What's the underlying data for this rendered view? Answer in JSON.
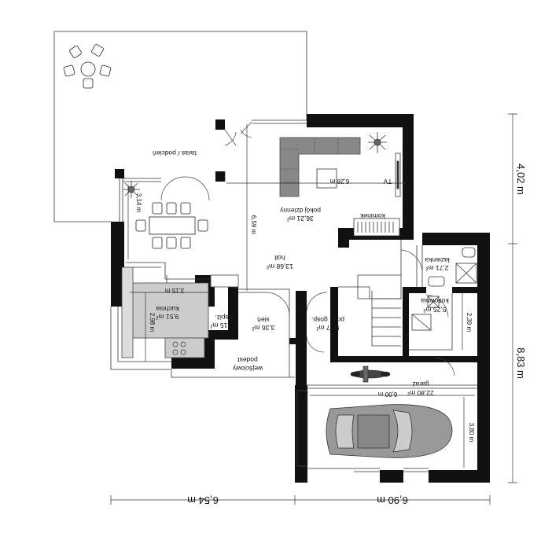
{
  "rooms": {
    "taras": "taras / podcień",
    "pokoj_name": "pokój dzienny",
    "pokoj_area": "36,21 m²",
    "tv": "TV",
    "kominek": "kominek",
    "holl_name": "holl",
    "holl_area": "13,68 m²",
    "lazienka_name": "łazienka",
    "lazienka_area": "2,71 m²",
    "kuchnia_name": "kuchnia",
    "kuchnia_area": "9,51 m²",
    "spiz_name": "spiż.",
    "spiz_area": "1,15 m²",
    "sien_name": "sień",
    "sien_area": "3,36 m²",
    "pom_name": "pom. gosp.",
    "pom_area": "5,07 m²",
    "kotlownia_name": "kotłownia",
    "kotlownia_area": "5,25 m²",
    "garaz_name": "garaż",
    "garaz_area": "22,80 m²",
    "podest_1": "podest",
    "podest_2": "wejściowy"
  },
  "dimensions": {
    "living_width": "6,28 m",
    "dining_depth": "3,14 m",
    "hall_depth": "6,59 m",
    "kitchen_width": "3,15 m",
    "kitchen_depth": "2,98 m",
    "boiler_depth": "2,39 m",
    "garage_width": "6,00 m",
    "garage_depth": "3,80 m",
    "total_left": "6,54 m",
    "total_right": "6,90 m",
    "side_top": "4,02 m",
    "side_bottom": "8,83 m"
  }
}
